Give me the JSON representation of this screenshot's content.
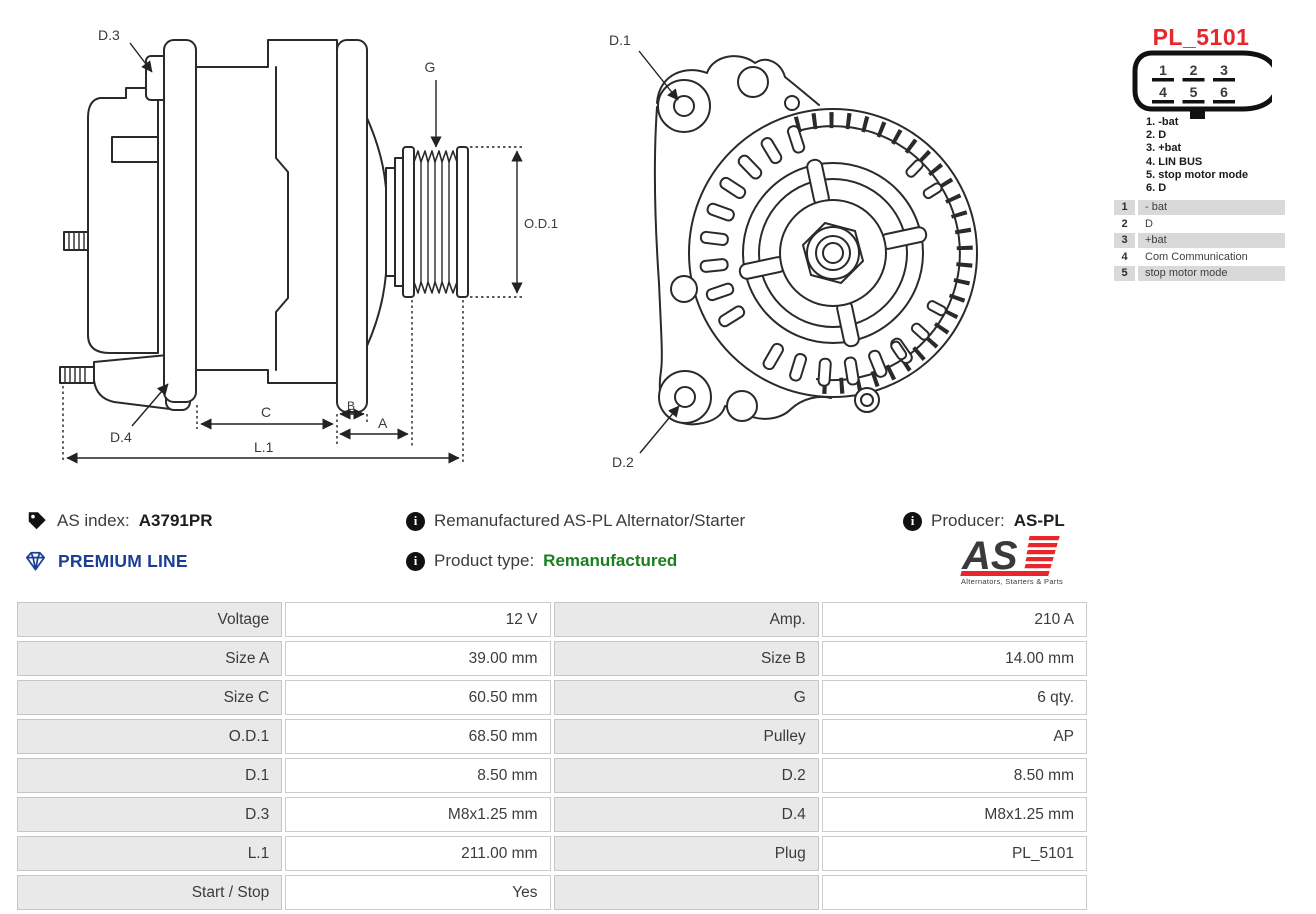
{
  "colors": {
    "red": "#e8262b",
    "navy": "#1b3f94",
    "green": "#1a7f1e",
    "row_gray": "#d9d9d9",
    "label_bg": "#e9e9e9"
  },
  "diagram_side": {
    "labels": {
      "d3": "D.3",
      "d4": "D.4",
      "g": "G",
      "od1": "O.D.1",
      "c": "C",
      "b": "B",
      "a": "A",
      "l1": "L.1"
    }
  },
  "diagram_front": {
    "labels": {
      "d1": "D.1",
      "d2": "D.2"
    }
  },
  "pinout": {
    "title": "PL_5101",
    "pins": [
      "1",
      "2",
      "3",
      "4",
      "5",
      "6"
    ],
    "legend": [
      "1. -bat",
      "2. D",
      "3. +bat",
      "4. LIN BUS",
      "5. stop motor mode",
      "6. D"
    ],
    "map": [
      {
        "num": "1",
        "desc": "- bat"
      },
      {
        "num": "2",
        "desc": "D"
      },
      {
        "num": "3",
        "desc": "+bat"
      },
      {
        "num": "4",
        "desc": "Com Communication"
      },
      {
        "num": "5",
        "desc": "stop motor mode"
      }
    ]
  },
  "info": {
    "as_index_label": "AS index:",
    "as_index_value": "A3791PR",
    "premium_line": "PREMIUM LINE",
    "description": "Remanufactured AS-PL Alternator/Starter",
    "product_type_label": "Product type:",
    "product_type_value": "Remanufactured",
    "producer_label": "Producer:",
    "producer_value": "AS-PL",
    "logo_text": "AS",
    "logo_tagline": "Alternators, Starters & Parts"
  },
  "spec": {
    "rows": [
      [
        "Voltage",
        "12 V",
        "Amp.",
        "210 A"
      ],
      [
        "Size A",
        "39.00 mm",
        "Size B",
        "14.00 mm"
      ],
      [
        "Size C",
        "60.50 mm",
        "G",
        "6 qty."
      ],
      [
        "O.D.1",
        "68.50 mm",
        "Pulley",
        "AP"
      ],
      [
        "D.1",
        "8.50 mm",
        "D.2",
        "8.50 mm"
      ],
      [
        "D.3",
        "M8x1.25 mm",
        "D.4",
        "M8x1.25 mm"
      ],
      [
        "L.1",
        "211.00 mm",
        "Plug",
        "PL_5101"
      ],
      [
        "Start / Stop",
        "Yes",
        "",
        ""
      ]
    ]
  }
}
